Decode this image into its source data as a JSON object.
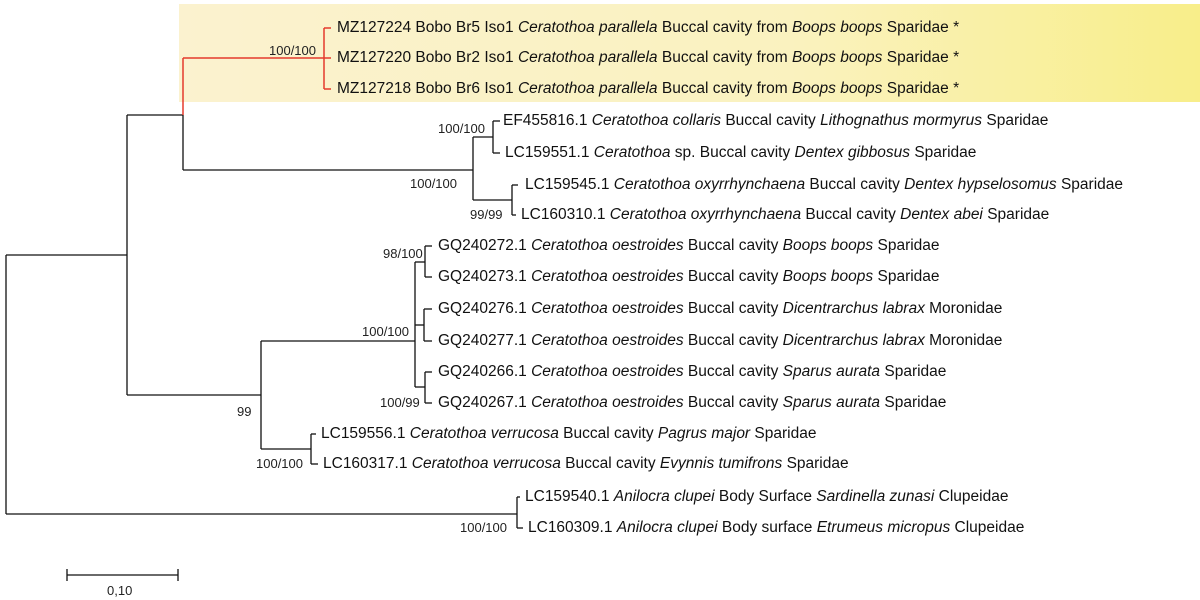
{
  "leaves": [
    {
      "acc": "MZ127224 Bobo Br5 Iso1",
      "species": "Ceratothoa parallela",
      "site": "Buccal cavity from",
      "host": "Boops boops",
      "family": "Sparidae *"
    },
    {
      "acc": "MZ127220 Bobo Br2 Iso1",
      "species": "Ceratothoa parallela",
      "site": "Buccal cavity from",
      "host": "Boops boops",
      "family": "Sparidae *"
    },
    {
      "acc": "MZ127218 Bobo Br6 Iso1",
      "species": "Ceratothoa parallela",
      "site": "Buccal cavity from",
      "host": "Boops boops",
      "family": "Sparidae *"
    },
    {
      "acc": "EF455816.1",
      "species": "Ceratothoa collaris",
      "site": "Buccal cavity",
      "host": "Lithognathus mormyrus",
      "family": "Sparidae"
    },
    {
      "acc": "LC159551.1",
      "species": "Ceratothoa",
      "site": "sp. Buccal cavity",
      "host": "Dentex gibbosus",
      "family": "Sparidae"
    },
    {
      "acc": "LC159545.1",
      "species": "Ceratothoa oxyrrhynchaena",
      "site": "Buccal cavity",
      "host": "Dentex hypselosomus",
      "family": "Sparidae"
    },
    {
      "acc": "LC160310.1",
      "species": "Ceratothoa oxyrrhynchaena",
      "site": "Buccal cavity",
      "host": "Dentex abei",
      "family": "Sparidae"
    },
    {
      "acc": "GQ240272.1",
      "species": "Ceratothoa oestroides",
      "site": "Buccal cavity",
      "host": "Boops boops",
      "family": "Sparidae"
    },
    {
      "acc": "GQ240273.1",
      "species": "Ceratothoa oestroides",
      "site": "Buccal cavity",
      "host": "Boops boops",
      "family": "Sparidae"
    },
    {
      "acc": "GQ240276.1",
      "species": "Ceratothoa oestroides",
      "site": "Buccal cavity",
      "host": "Dicentrarchus labrax",
      "family": "Moronidae"
    },
    {
      "acc": "GQ240277.1",
      "species": "Ceratothoa oestroides",
      "site": "Buccal cavity",
      "host": "Dicentrarchus labrax",
      "family": "Moronidae"
    },
    {
      "acc": "GQ240266.1",
      "species": "Ceratothoa oestroides",
      "site": "Buccal cavity",
      "host": "Sparus aurata",
      "family": "Sparidae"
    },
    {
      "acc": "GQ240267.1",
      "species": "Ceratothoa oestroides",
      "site": "Buccal cavity",
      "host": "Sparus aurata",
      "family": "Sparidae"
    },
    {
      "acc": "LC159556.1",
      "species": "Ceratothoa verrucosa",
      "site": "Buccal cavity",
      "host": "Pagrus major",
      "family": "Sparidae"
    },
    {
      "acc": "LC160317.1",
      "species": "Ceratothoa verrucosa",
      "site": "Buccal cavity",
      "host": "Evynnis tumifrons",
      "family": "Sparidae"
    },
    {
      "acc": "LC159540.1",
      "species": "Anilocra clupei",
      "site": "Body Surface",
      "host": "Sardinella zunasi",
      "family": "Clupeidae"
    },
    {
      "acc": "LC160309.1",
      "species": "Anilocra clupei",
      "site": "Body surface",
      "host": "Etrumeus micropus",
      "family": "Clupeidae"
    }
  ],
  "supports": [
    {
      "id": "parallela",
      "label": "100/100"
    },
    {
      "id": "collaris",
      "label": "100/100"
    },
    {
      "id": "collaris_oxy",
      "label": "100/100"
    },
    {
      "id": "oxy",
      "label": "99/99"
    },
    {
      "id": "oest_a",
      "label": "98/100"
    },
    {
      "id": "oestroides",
      "label": "100/100"
    },
    {
      "id": "oest_c",
      "label": "100/99"
    },
    {
      "id": "oest_verr",
      "label": "99"
    },
    {
      "id": "verrucosa",
      "label": "100/100"
    },
    {
      "id": "anilocra",
      "label": "100/100"
    }
  ],
  "scale": {
    "label": "0,10"
  },
  "colors": {
    "branch": "#111111",
    "highlight_branch": "#e53b2c",
    "highlight_bg": "#f8ee8a"
  }
}
